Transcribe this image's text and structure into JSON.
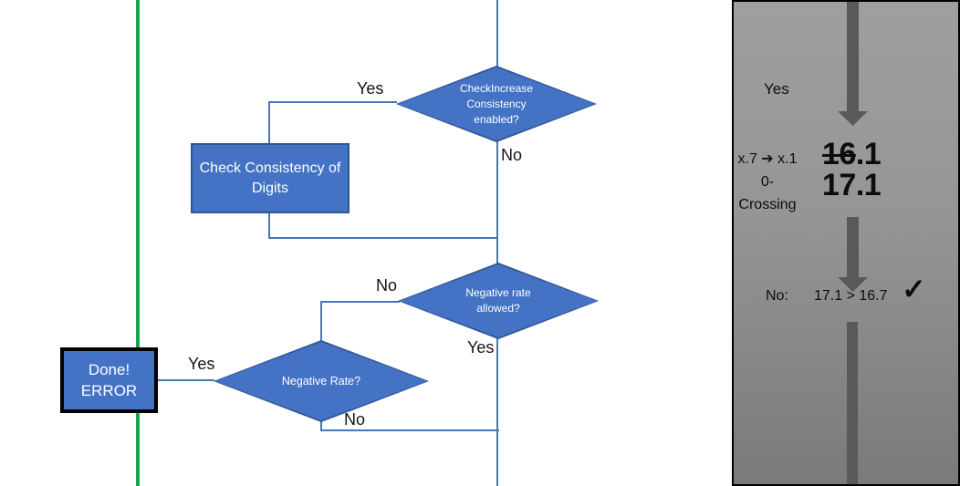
{
  "flowchart": {
    "nodes": {
      "check_increase_decision": "CheckIncrease Consistency enabled?",
      "check_consistency_process": "Check Consistency of Digits",
      "negative_rate_allowed_decision": "Negative rate allowed?",
      "negative_rate_decision": "Negative Rate?",
      "done_error_terminal": "Done!\nERROR"
    },
    "labels": {
      "check_increase_yes": "Yes",
      "check_increase_no": "No",
      "negative_rate_allowed_no": "No",
      "negative_rate_allowed_yes": "Yes",
      "negative_rate_yes": "Yes",
      "negative_rate_no": "No"
    },
    "colors": {
      "node_fill": "#4472c4",
      "node_border": "#2f5597",
      "connector": "#4677b8",
      "green_line": "#1ca152",
      "done_border": "#000000"
    }
  },
  "panel": {
    "yes_label": "Yes",
    "annotation_line1": "x.7 ➔ x.1",
    "annotation_line2": "0-Crossing",
    "old_value_struck": "16",
    "old_value_rest": ".1",
    "new_value": "17.1",
    "result_label": "No:",
    "comparison": "17.1 > 16.7",
    "check_icon": "✓",
    "colors": {
      "bg_top": "#9f9f9f",
      "bg_bottom": "#7a7a7a",
      "arrow": "#595959"
    }
  }
}
